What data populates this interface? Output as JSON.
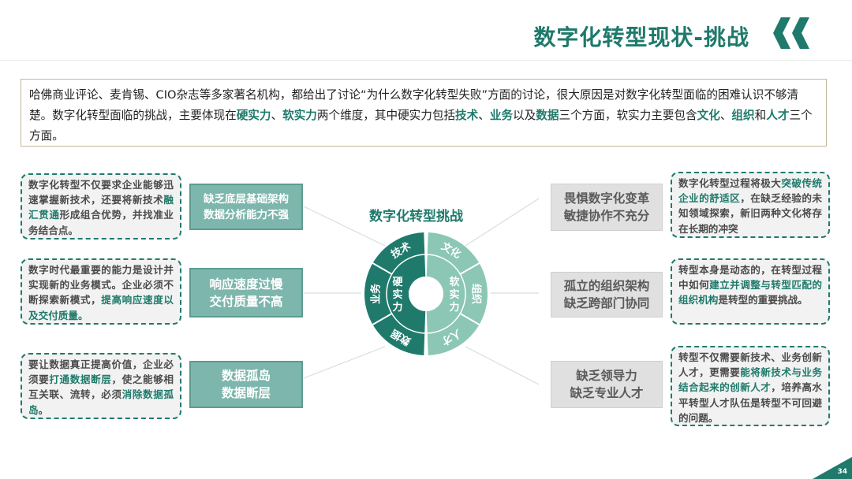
{
  "header": {
    "title": "数字化转型现状-挑战"
  },
  "intro": {
    "segments": [
      {
        "t": "哈佛商业评论、麦肯锡、CIO杂志等多家著名机构，都给出了讨论“为什么数字化转型失败”方面的讨论，很大原因是对数字化转型面临的困难认识不够清楚。数字化转型面临的挑战，主要体现在",
        "hl": false
      },
      {
        "t": "硬实力",
        "hl": true
      },
      {
        "t": "、",
        "hl": false
      },
      {
        "t": "软实力",
        "hl": true
      },
      {
        "t": "两个维度，其中硬实力包括",
        "hl": false
      },
      {
        "t": "技术",
        "hl": true
      },
      {
        "t": "、",
        "hl": false
      },
      {
        "t": "业务",
        "hl": true
      },
      {
        "t": "以及",
        "hl": false
      },
      {
        "t": "数据",
        "hl": true
      },
      {
        "t": "三个方面，软实力主要包含",
        "hl": false
      },
      {
        "t": "文化",
        "hl": true
      },
      {
        "t": "、",
        "hl": false
      },
      {
        "t": "组织",
        "hl": true
      },
      {
        "t": "和",
        "hl": false
      },
      {
        "t": "人才",
        "hl": true
      },
      {
        "t": "三个方面。",
        "hl": false
      }
    ]
  },
  "wheel": {
    "title": "数字化转型挑战",
    "hard_label": "硬实力",
    "soft_label": "软实力",
    "hard_items": [
      "技术",
      "业务",
      "数据"
    ],
    "soft_items": [
      "文化",
      "组织",
      "人才"
    ],
    "colors": {
      "hard": "#1f7a6c",
      "soft": "#8cc7b5"
    }
  },
  "left_notes": [
    [
      {
        "t": "数字化转型不仅要求企业能够迅速掌握新技术，还要将新技术",
        "hl": false
      },
      {
        "t": "融汇贯通",
        "hl": true
      },
      {
        "t": "形成组合优势，并找准业务结合点。",
        "hl": false
      }
    ],
    [
      {
        "t": "数字时代最重要的能力是设计并实现新的业务模式。企业必须不断探索新模式，",
        "hl": false
      },
      {
        "t": "提高响应速度以及交付质量。",
        "hl": true
      }
    ],
    [
      {
        "t": "要让数据真正提高价值，企业必须要",
        "hl": false
      },
      {
        "t": "打通数据断层",
        "hl": true
      },
      {
        "t": "，使之能够相互关联、流转，必须",
        "hl": false
      },
      {
        "t": "消除数据孤岛",
        "hl": true
      },
      {
        "t": "。",
        "hl": false
      }
    ]
  ],
  "left_labels": [
    {
      "l1": "缺乏底层基础架构",
      "l2": "数据分析能力不强"
    },
    {
      "l1": "响应速度过慢",
      "l2": "交付质量不高"
    },
    {
      "l1": "数据孤岛",
      "l2": "数据断层"
    }
  ],
  "right_labels": [
    {
      "l1": "畏惧数字化变革",
      "l2": "敏捷协作不充分"
    },
    {
      "l1": "孤立的组织架构",
      "l2": "缺乏跨部门协同"
    },
    {
      "l1": "缺乏领导力",
      "l2": "缺乏专业人才"
    }
  ],
  "right_notes": [
    [
      {
        "t": "数字化转型过程将极大",
        "hl": false
      },
      {
        "t": "突破传统企业的舒适区",
        "hl": true
      },
      {
        "t": "，在缺乏经验的未知领域探索，新旧两种文化将存在长期的冲突",
        "hl": false
      }
    ],
    [
      {
        "t": "转型本身是动态的，在转型过程中如何",
        "hl": false
      },
      {
        "t": "建立并调整与转型匹配的组织机构",
        "hl": true
      },
      {
        "t": "是转型的重要挑战。",
        "hl": false
      }
    ],
    [
      {
        "t": "转型不仅需要新技术、业务创新人才，更需要",
        "hl": false
      },
      {
        "t": "能将新技术与业务结合起来的创新人才",
        "hl": true
      },
      {
        "t": "，培养高水平转型人才队伍是转型不可回避的问题。",
        "hl": false
      }
    ]
  ],
  "page_number": "34",
  "colors": {
    "accent": "#1f7a6c",
    "label_fill": "#7db6ac",
    "right_label_fill": "#dfe0df",
    "border": "#c2b89a"
  }
}
